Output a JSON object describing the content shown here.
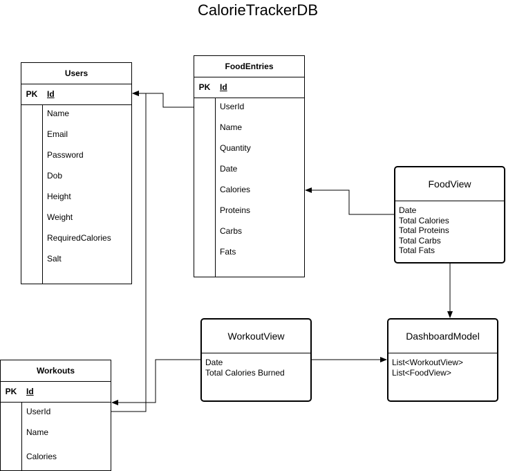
{
  "title": "CalorieTrackerDB",
  "pk_label": "PK",
  "users": {
    "name": "Users",
    "pk": "Id",
    "fields": [
      "Name",
      "Email",
      "Password",
      "Dob",
      "Height",
      "Weight",
      "RequiredCalories",
      "Salt"
    ]
  },
  "food_entries": {
    "name": "FoodEntries",
    "pk": "Id",
    "fields": [
      "UserId",
      "Name",
      "Quantity",
      "Date",
      "Calories",
      "Proteins",
      "Carbs",
      "Fats"
    ]
  },
  "workouts": {
    "name": "Workouts",
    "pk": "Id",
    "fields": [
      "UserId",
      "Name",
      "Calories"
    ]
  },
  "food_view": {
    "name": "FoodView",
    "fields": [
      "Date",
      "Total Calories",
      "Total Proteins",
      "Total Carbs",
      "Total Fats"
    ]
  },
  "workout_view": {
    "name": "WorkoutView",
    "fields": [
      "Date",
      "Total Calories Burned"
    ]
  },
  "dashboard_model": {
    "name": "DashboardModel",
    "fields": [
      "List<WorkoutView>",
      "List<FoodView>"
    ]
  }
}
